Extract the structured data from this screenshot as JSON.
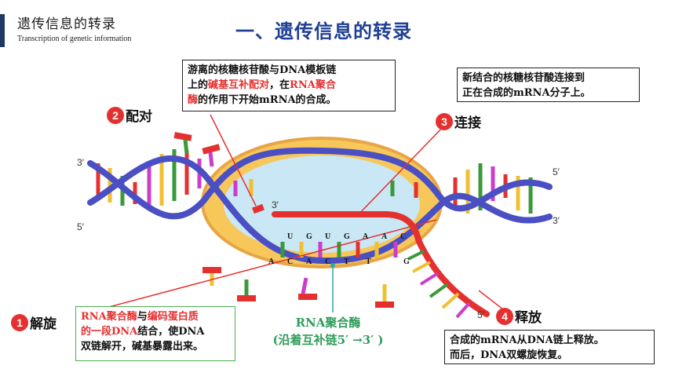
{
  "header": {
    "title": "遗传信息的转录",
    "subtitle": "Transcription of genetic information"
  },
  "page_title": "一、遗传信息的转录",
  "box_top": {
    "p1": "游离的核糖核苷酸与DNA模板链",
    "p2": "上的",
    "p3": "碱基互补配对",
    "p4": "，在",
    "p5": "RNA聚合",
    "p6": "酶",
    "p7": "的作用下开始mRNA的合成。"
  },
  "box_right": {
    "line1": "新结合的核糖核苷酸连接到",
    "line2": "正在合成的mRNA分子上。"
  },
  "box_left": {
    "p1": "RNA聚合酶",
    "p2": "与",
    "p3": "编码蛋白质",
    "p4": "的一段DNA",
    "p5": "结合，使DNA",
    "p6": "双链解开，碱基暴露出来。"
  },
  "box_release": {
    "line1": "合成的mRNA从DNA链上释放。",
    "line2": "而后，DNA双螺旋恢复。"
  },
  "steps": [
    {
      "num": "2",
      "label": "配对"
    },
    {
      "num": "3",
      "label": "连接"
    },
    {
      "num": "1",
      "label": "解旋"
    },
    {
      "num": "4",
      "label": "释放"
    }
  ],
  "enzyme": {
    "line1": "RNA聚合酶",
    "line2": "(沿着互补链5′ →3′ )"
  },
  "primes": {
    "left_top": "3′",
    "left_bottom": "5′",
    "right_top": "5′",
    "right_bottom": "3′",
    "mrna_start": "3′",
    "mrna_end": "5′"
  },
  "rna_bases": [
    "U",
    "G",
    "U",
    "G",
    "A",
    "A",
    "C"
  ],
  "dna_bases": [
    "A",
    "C",
    "A",
    "C",
    "T",
    "T",
    "G"
  ],
  "colors": {
    "accent_red": "#e53030",
    "strand_blue": "#4a4fc4",
    "enzyme_fill": "#f7c75a",
    "enzyme_border": "#e8a545",
    "title_blue": "#1f3f94",
    "green": "#2e9e5b"
  }
}
